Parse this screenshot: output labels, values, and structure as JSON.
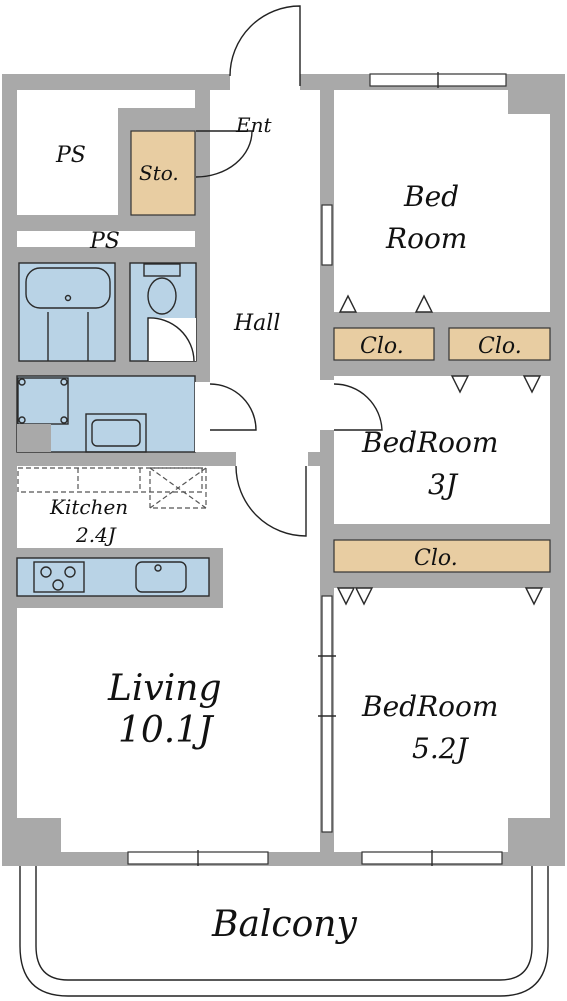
{
  "colors": {
    "wall": "#a9a9a9",
    "fixture": "#b9d3e6",
    "closet": "#e8cda2"
  },
  "labels": {
    "ps_top": "PS",
    "storage": "Sto.",
    "entrance": "Ent",
    "ps_strip": "PS",
    "hall": "Hall",
    "kitchen": "Kitchen",
    "kitchen_size": "2.4J",
    "living": "Living",
    "living_size": "10.1J",
    "bedroom_a_line1": "Bed",
    "bedroom_a_line2": "Room",
    "closet_a": "Clo.",
    "closet_b": "Clo.",
    "bedroom_b": "BedRoom",
    "bedroom_b_size": "3J",
    "closet_c": "Clo.",
    "bedroom_c": "BedRoom",
    "bedroom_c_size": "5.2J",
    "balcony": "Balcony"
  },
  "icons": [
    "bathtub-icon",
    "toilet-icon",
    "washbasin-icon",
    "washing-machine-pan-icon",
    "stove-icon",
    "sink-icon",
    "refrigerator-space-icon",
    "door-swing-icon",
    "window-icon"
  ]
}
